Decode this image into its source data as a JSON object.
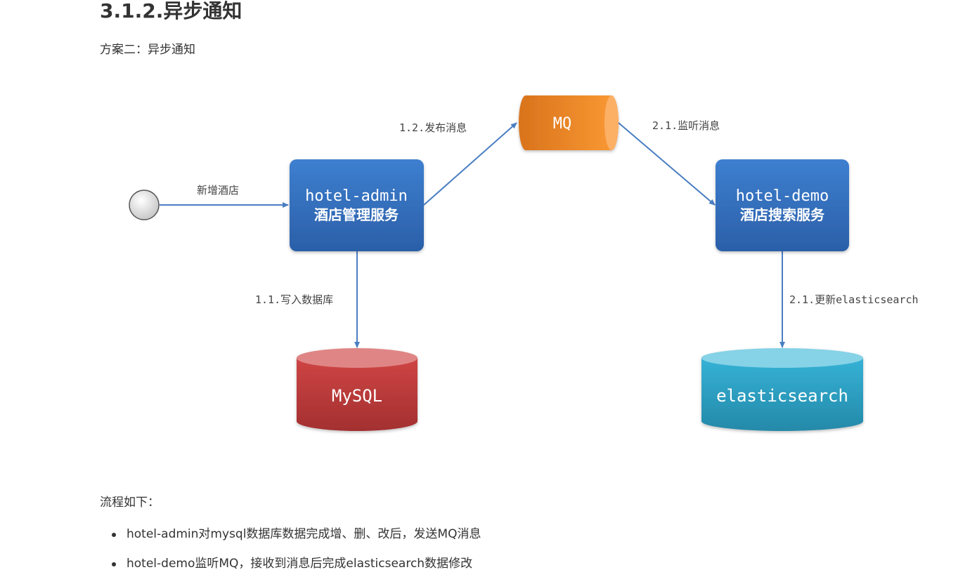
{
  "section_title": "3.1.2.异步通知",
  "intro_text": "方案二：异步通知",
  "diagram": {
    "nodes": {
      "start": {
        "icon": "circle-start-icon"
      },
      "hotel_admin": {
        "line1": "hotel-admin",
        "line2": "酒店管理服务",
        "color": "#2f6dbf"
      },
      "mq": {
        "label": "MQ",
        "color": "#f08a24"
      },
      "hotel_demo": {
        "line1": "hotel-demo",
        "line2": "酒店搜索服务",
        "color": "#2f6dbf"
      },
      "mysql": {
        "label": "MySQL",
        "color": "#c53a3a"
      },
      "elasticsearch": {
        "label": "elasticsearch",
        "color": "#2aa3c6"
      }
    },
    "edges": {
      "start_to_admin": "新增酒店",
      "admin_to_mq": "1.2.发布消息",
      "mq_to_demo": "2.1.监听消息",
      "admin_to_mysql": "1.1.写入数据库",
      "demo_to_es": "2.1.更新elasticsearch"
    }
  },
  "flow_label": "流程如下：",
  "flow_steps": [
    "hotel-admin对mysql数据库数据完成增、删、改后，发送MQ消息",
    "hotel-demo监听MQ，接收到消息后完成elasticsearch数据修改"
  ]
}
